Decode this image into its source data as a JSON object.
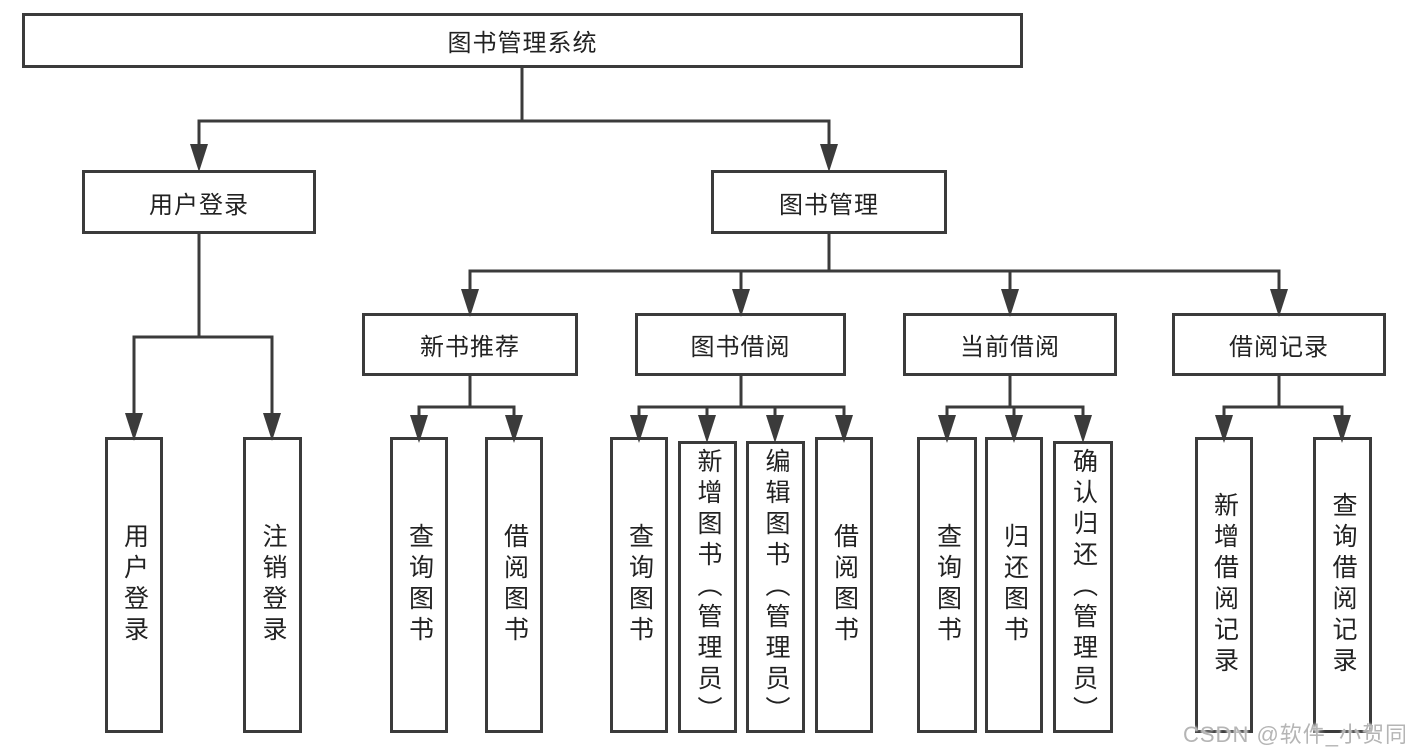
{
  "diagram_type": "tree-structure-chart",
  "colors": {
    "line": "#3b3b3b",
    "box_border": "#3b3b3b",
    "text": "#222222",
    "background": "#ffffff",
    "watermark": "#b5b5b5"
  },
  "tree": {
    "root": {
      "label": "图书管理系统"
    },
    "children": [
      {
        "label": "用户登录",
        "children": [
          {
            "label": "用户登录"
          },
          {
            "label": "注销登录"
          }
        ]
      },
      {
        "label": "图书管理",
        "children": [
          {
            "label": "新书推荐",
            "children": [
              {
                "label": "查询图书"
              },
              {
                "label": "借阅图书"
              }
            ]
          },
          {
            "label": "图书借阅",
            "children": [
              {
                "label": "查询图书"
              },
              {
                "label": "新增图书（管理员）"
              },
              {
                "label": "编辑图书（管理员）"
              },
              {
                "label": "借阅图书"
              }
            ]
          },
          {
            "label": "当前借阅",
            "children": [
              {
                "label": "查询图书"
              },
              {
                "label": "归还图书"
              },
              {
                "label": "确认归还（管理员）"
              }
            ]
          },
          {
            "label": "借阅记录",
            "children": [
              {
                "label": "新增借阅记录"
              },
              {
                "label": "查询借阅记录"
              }
            ]
          }
        ]
      }
    ]
  },
  "watermark": {
    "text": "CSDN @软件_小贺同学"
  }
}
